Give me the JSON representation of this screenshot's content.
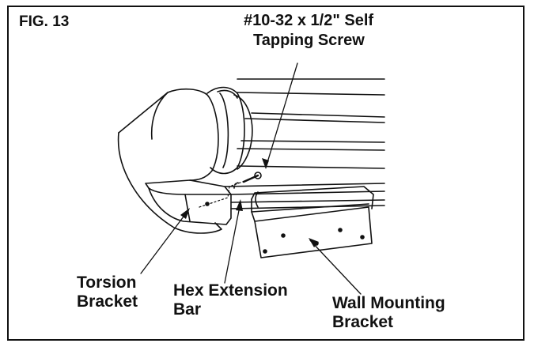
{
  "figure": {
    "title": "FIG. 13"
  },
  "callouts": {
    "screw": {
      "line1": "#10-32 x 1/2\" Self",
      "line2": "Tapping Screw"
    },
    "torsion_bracket": {
      "line1": "Torsion",
      "line2": "Bracket"
    },
    "hex_bar": {
      "line1": "Hex Extension",
      "line2": "Bar"
    },
    "wall_bracket": {
      "line1": "Wall Mounting",
      "line2": "Bracket"
    }
  },
  "colors": {
    "ink": "#111111",
    "paper": "#ffffff"
  }
}
